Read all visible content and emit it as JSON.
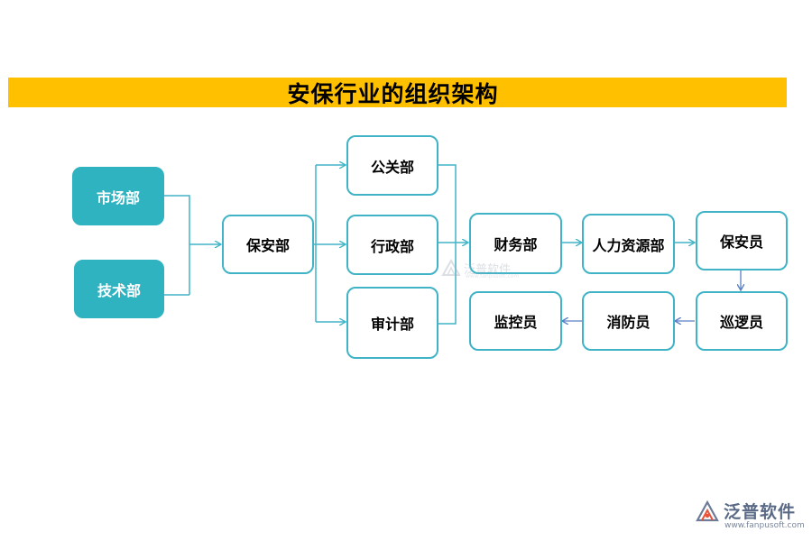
{
  "title": "安保行业的组织架构",
  "colors": {
    "title_bar": "#FFC000",
    "node_border": "#40B4C6",
    "filled_node": "#30B3C0",
    "connector": "#40B4C6",
    "reverse_arrow": "#5B7FC4"
  },
  "nodes": {
    "market": "市场部",
    "tech": "技术部",
    "security_dept": "保安部",
    "pr": "公关部",
    "admin": "行政部",
    "audit": "审计部",
    "finance": "财务部",
    "hr": "人力资源部",
    "guard": "保安员",
    "patrol": "巡逻员",
    "firefighter": "消防员",
    "monitor": "监控员"
  },
  "watermark": {
    "text": "泛普软件",
    "sub": "www.fanpusoft.com"
  },
  "logo": {
    "icon": "fanpu-logo-icon",
    "text": "泛普软件",
    "url": "www.fanpusoft.com"
  }
}
